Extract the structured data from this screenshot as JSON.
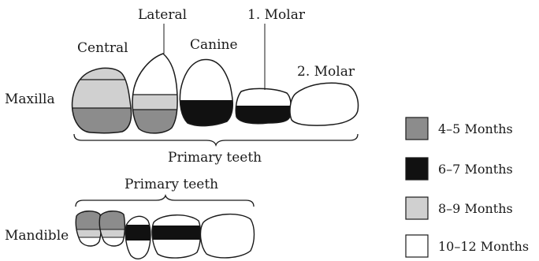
{
  "maxilla": {
    "label": "Maxilla",
    "teeth": [
      "Central",
      "Lateral",
      "Canine",
      "1. Molar",
      "2. Molar"
    ],
    "group_label": "Primary teeth"
  },
  "mandible": {
    "label": "Mandible",
    "group_label": "Primary teeth"
  },
  "legend": [
    {
      "label": "4–5 Months",
      "color": "#8c8c8c"
    },
    {
      "label": "6–7 Months",
      "color": "#111111"
    },
    {
      "label": "8–9 Months",
      "color": "#d0d0d0"
    },
    {
      "label": "10–12 Months",
      "color": "#ffffff"
    }
  ],
  "colors": {
    "outline": "#1a1a1a",
    "background": "#ffffff"
  }
}
